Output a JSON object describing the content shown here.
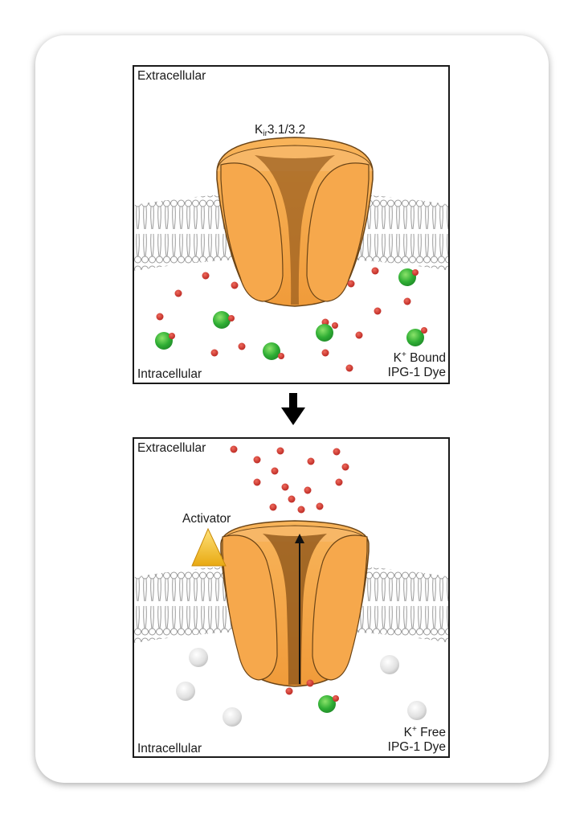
{
  "top_panel": {
    "extracellular_label": "Extracellular",
    "intracellular_label": "Intracellular",
    "channel_label_main": "K",
    "channel_label_sub": "ir",
    "channel_label_rest": "3.1/3.2",
    "legend_line1_k": "K",
    "legend_line1_sup": "+",
    "legend_line1_rest": " Bound",
    "legend_line2": "IPG-1 Dye"
  },
  "bottom_panel": {
    "extracellular_label": "Extracellular",
    "intracellular_label": "Intracellular",
    "activator_label": "Activator",
    "legend_line1_k": "K",
    "legend_line1_sup": "+",
    "legend_line1_rest": " Free",
    "legend_line2": "IPG-1 Dye"
  },
  "colors": {
    "channel": "#f4a447",
    "channel_dark": "#c77a25",
    "potassium": "#d0302a",
    "dye_bound": "#37b53a",
    "dye_free": "#e3e3e3",
    "activator": "#f2c12c",
    "membrane": "#c8c8c8"
  }
}
